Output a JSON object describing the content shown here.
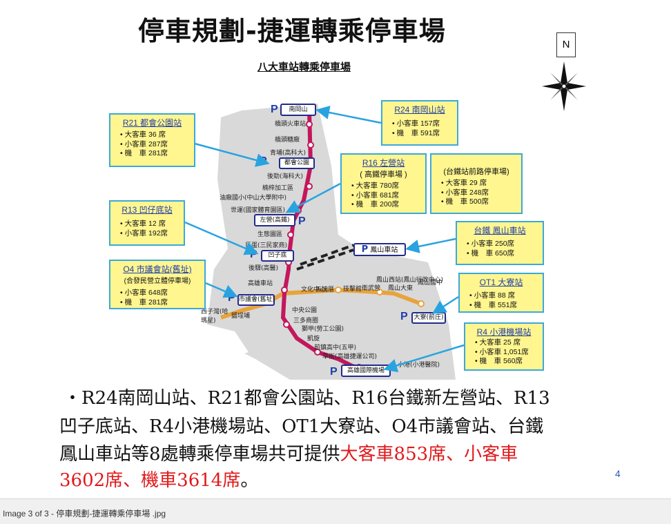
{
  "title": "停車規劃-捷運轉乘停車場",
  "subtitle": "八大車站轉乘停車場",
  "compass_label": "N",
  "boxes": {
    "r21": {
      "title": "R21 都會公園站",
      "items": [
        "大客車 36 席",
        "小客車 287席",
        "機　車 281席"
      ]
    },
    "r24": {
      "title": "R24 南岡山站",
      "items": [
        "小客車 157席",
        "機　車 591席"
      ]
    },
    "r16": {
      "title": "R16 左營站",
      "subtitle": "(  高鐵停車場  )",
      "items": [
        "大客車 780席",
        "小客車 681席",
        "機　車 200席"
      ]
    },
    "r16b": {
      "subtitle": "(台鐵站前路停車場)",
      "items": [
        "大客車 29 席",
        "小客車 248席",
        "機　車 500席"
      ]
    },
    "r13": {
      "title": "R13 凹仔底站",
      "items": [
        "大客車 12 席",
        "小客車 192席"
      ]
    },
    "o4": {
      "title": "O4 市議會站(舊址)",
      "subtitle": "(合發民營立體停車場)",
      "items": [
        "小客車 648席",
        "機　車 281席"
      ]
    },
    "fengshan": {
      "title": "台鐵 鳳山車站",
      "items": [
        "小客車 250席",
        "機　車 650席"
      ]
    },
    "ot1": {
      "title": "OT1 大寮站",
      "items": [
        "小客車 88 席",
        "機　車 551席"
      ]
    },
    "r4": {
      "title": "R4 小港機場站",
      "items": [
        "大客車 25 席",
        "小客車 1,051席",
        "機　車 560席"
      ]
    }
  },
  "map": {
    "p_letter": "P",
    "stations_boxed": {
      "nangangshan": "南岡山",
      "duhui": "都會公園",
      "zuoying": "左營(高鐵)",
      "aozaidi": "凹子底",
      "shiyihui": "市議會(舊址)",
      "fengshan": "鳳山車站",
      "daliao": "大寮(前庄)",
      "airport": "高雄國際機場"
    },
    "stations": [
      "橋頭火車站",
      "橋頭糖廠",
      "青埔(高科大)",
      "後勁(海科大)",
      "楠梓加工區",
      "油廠國小(中山大學附中)",
      "世運(國家體育園區)",
      "生態園區",
      "巨蛋(三民家商)",
      "後驛(高醫)",
      "高雄車站",
      "西子灣(哈瑪星)",
      "鹽埕埔",
      "中央公園",
      "三多商圈",
      "獅甲(勞工公園)",
      "凱旋",
      "前鎮高中(五甲)",
      "草衙(高雄捷運公司)",
      "小港(小港醫院)",
      "文化中心",
      "五塊厝",
      "技擊館",
      "衛武營",
      "鳳山西站(鳳山行政中心)",
      "鳳山",
      "大東",
      "鳳山國中"
    ]
  },
  "body": {
    "line1": "・R24南岡山站、R21都會公園站、R16台鐵新左營站、R13",
    "line2": "凹子底站、R4小港機場站、OT1大寮站、O4市議會站、台鐵",
    "line3_black": "鳳山車站等8處轉乘停車場共可提供",
    "line3_red": "大客車853席、小客車",
    "line4_red": "3602席、機車3614席",
    "line4_black": "。"
  },
  "page_number": "4",
  "caption": "Image 3 of 3 - 停車規劃-捷運轉乘停車場 .jpg",
  "colors": {
    "red_line": "#c2185b",
    "orange_line": "#e8a33d",
    "box_fill": "#fff68f",
    "box_border": "#3aa8dc",
    "highlight_red": "#e0191b"
  }
}
